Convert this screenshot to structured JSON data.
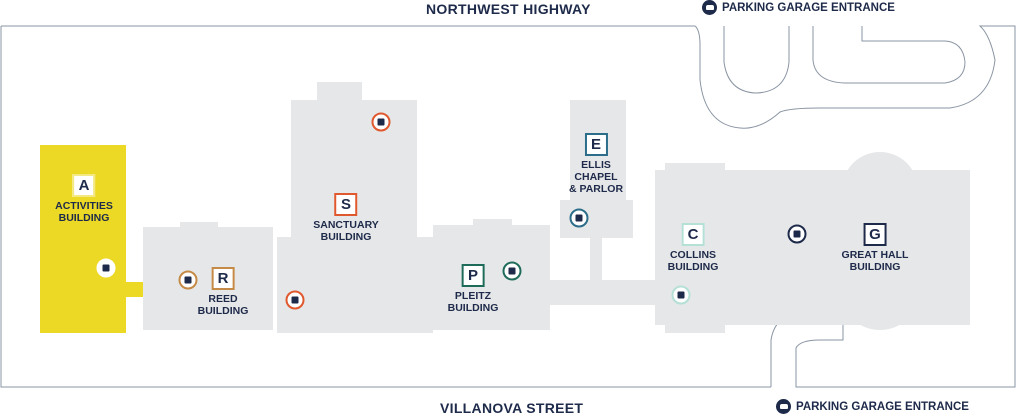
{
  "streets": {
    "north": "NORTHWEST HIGHWAY",
    "south": "VILLANOVA STREET"
  },
  "parking": {
    "top": "PARKING GARAGE ENTRANCE",
    "bottom": "PARKING GARAGE ENTRANCE",
    "icon": "car-icon"
  },
  "colors": {
    "text": "#1e2a4a",
    "building": "#e6e7e8",
    "activities": "#ecd925",
    "road": "#8a95a3"
  },
  "buildings": [
    {
      "id": "activities",
      "letter": "A",
      "name1": "ACTIVITIES",
      "name2": "BUILDING",
      "color": "#f3e882"
    },
    {
      "id": "sanctuary",
      "letter": "S",
      "name1": "SANCTUARY",
      "name2": "BUILDING",
      "color": "#e0582e"
    },
    {
      "id": "reed",
      "letter": "R",
      "name1": "REED",
      "name2": "BUILDING",
      "color": "#c58a46"
    },
    {
      "id": "pleitz",
      "letter": "P",
      "name1": "PLEITZ",
      "name2": "BUILDING",
      "color": "#1f6b5a"
    },
    {
      "id": "ellis",
      "letter": "E",
      "name1": "ELLIS",
      "name2": "CHAPEL",
      "name3": "& PARLOR",
      "color": "#2c6e8a"
    },
    {
      "id": "collins",
      "letter": "C",
      "name1": "COLLINS",
      "name2": "BUILDING",
      "color": "#b5e0d6"
    },
    {
      "id": "great-hall",
      "letter": "G",
      "name1": "GREAT HALL",
      "name2": "BUILDING",
      "color": "#1e2a4a"
    }
  ],
  "elevators": [
    {
      "building": "activities",
      "color": "#ffffff"
    },
    {
      "building": "reed",
      "color": "#c58a46"
    },
    {
      "building": "sanctuary-top",
      "color": "#e0582e"
    },
    {
      "building": "sanctuary-bottom",
      "color": "#e0582e"
    },
    {
      "building": "pleitz",
      "color": "#1f6b5a"
    },
    {
      "building": "ellis",
      "color": "#2c6e8a"
    },
    {
      "building": "collins",
      "color": "#b5e0d6"
    },
    {
      "building": "great-hall",
      "color": "#1e2a4a"
    }
  ]
}
